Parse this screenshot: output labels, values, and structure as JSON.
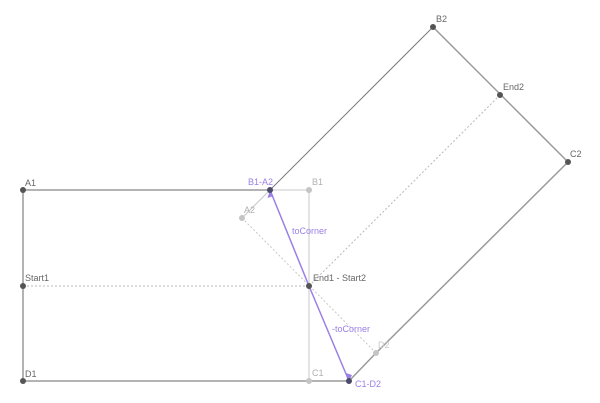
{
  "colors": {
    "background": "#ffffff",
    "outline": "#9a9a9a",
    "outline_dark": "#7a7a7a",
    "faint": "#c8c8c8",
    "dotted": "#b8b8b8",
    "point": "#555555",
    "point_faint": "#c4c4c4",
    "label": "#666666",
    "label_faint": "#b0b0b0",
    "accent": "#9b7fe6",
    "accent_point": "#4a4a6a"
  },
  "labels": {
    "a1": "A1",
    "start1": "Start1",
    "d1": "D1",
    "b1": "B1",
    "c1": "C1",
    "b1_a2": "B1-A2",
    "a2": "A2",
    "end1_start2": "End1 - Start2",
    "c1_d2": "C1-D2",
    "d2": "D2",
    "b2": "B2",
    "end2": "End2",
    "c2": "C2",
    "to_corner": "toCorner",
    "neg_to_corner": "-toCorner"
  }
}
